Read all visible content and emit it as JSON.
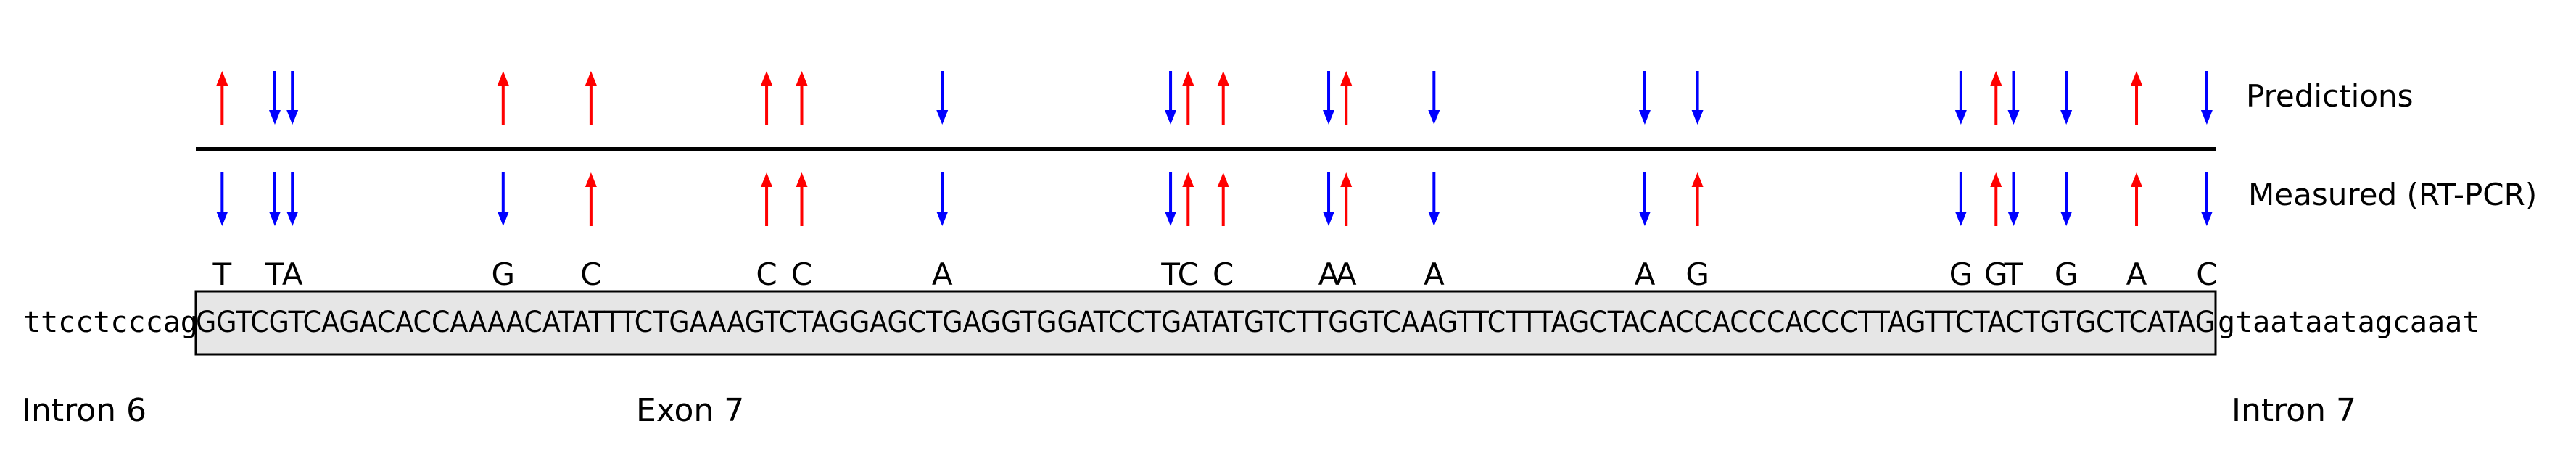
{
  "legend": {
    "predictions": "Predictions",
    "measured": "Measured (RT-PCR)"
  },
  "sequence": {
    "intron_left": "ttcctcccag",
    "exon": "GGTCGTCAGACACCAAAACATATTTCTGAAAGTCTAGGAGCTGAGGTGGATCCTGATATGTCTTGGTCAAGTTCTTTAGCTACACCACCCACCCTTAGTTCTACTGTGCTCATAG",
    "intron_right": "gtaataatagcaaat"
  },
  "region_labels": {
    "intron_6": "Intron 6",
    "exon_7": "Exon 7",
    "intron_7": "Intron 7"
  },
  "colors": {
    "up": "#ff0000",
    "down": "#0000ff",
    "exon_fill": "#e6e6e6"
  },
  "variants": [
    {
      "pos": 1,
      "base": "T",
      "prediction": "up",
      "measured": "down"
    },
    {
      "pos": 4,
      "base": "T",
      "prediction": "down",
      "measured": "down"
    },
    {
      "pos": 5,
      "base": "A",
      "prediction": "down",
      "measured": "down"
    },
    {
      "pos": 17,
      "base": "G",
      "prediction": "up",
      "measured": "down"
    },
    {
      "pos": 22,
      "base": "C",
      "prediction": "up",
      "measured": "up"
    },
    {
      "pos": 32,
      "base": "C",
      "prediction": "up",
      "measured": "up"
    },
    {
      "pos": 34,
      "base": "C",
      "prediction": "up",
      "measured": "up"
    },
    {
      "pos": 42,
      "base": "A",
      "prediction": "down",
      "measured": "down"
    },
    {
      "pos": 55,
      "base": "T",
      "prediction": "down",
      "measured": "down"
    },
    {
      "pos": 56,
      "base": "C",
      "prediction": "up",
      "measured": "up"
    },
    {
      "pos": 58,
      "base": "C",
      "prediction": "up",
      "measured": "up"
    },
    {
      "pos": 64,
      "base": "A",
      "prediction": "down",
      "measured": "down"
    },
    {
      "pos": 65,
      "base": "A",
      "prediction": "up",
      "measured": "up"
    },
    {
      "pos": 70,
      "base": "A",
      "prediction": "down",
      "measured": "down"
    },
    {
      "pos": 82,
      "base": "A",
      "prediction": "down",
      "measured": "down"
    },
    {
      "pos": 85,
      "base": "G",
      "prediction": "down",
      "measured": "up"
    },
    {
      "pos": 100,
      "base": "G",
      "prediction": "down",
      "measured": "down"
    },
    {
      "pos": 102,
      "base": "G",
      "prediction": "up",
      "measured": "up"
    },
    {
      "pos": 103,
      "base": "T",
      "prediction": "down",
      "measured": "down"
    },
    {
      "pos": 106,
      "base": "G",
      "prediction": "down",
      "measured": "down"
    },
    {
      "pos": 110,
      "base": "A",
      "prediction": "up",
      "measured": "up"
    },
    {
      "pos": 114,
      "base": "C",
      "prediction": "down",
      "measured": "down"
    }
  ]
}
